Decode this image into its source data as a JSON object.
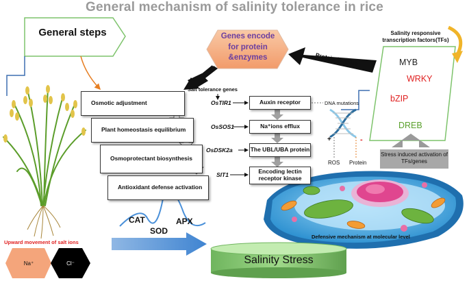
{
  "title": "General mechanism of salinity tolerance in rice",
  "general_steps": "General steps",
  "genes_encode": [
    "Genes encode",
    "for protein",
    "&enzymes"
  ],
  "protein_families": "Protein families",
  "tf_title": [
    "Salinity responsive",
    "transcription factors(TFs)"
  ],
  "tfs": [
    {
      "label": "MYB",
      "color": "#222222"
    },
    {
      "label": "WRKY",
      "color": "#e02020"
    },
    {
      "label": "bZIP",
      "color": "#e02020"
    },
    {
      "label": "DREB",
      "color": "#5aa02c"
    }
  ],
  "stress_activation": [
    "Stress induced activation of",
    "TFs/genes"
  ],
  "salt_genes_label": "Salt tolerance genes",
  "steps": [
    "Osmotic adjustment",
    "Plant  homeostasis equilibrium",
    "Osmoprotectant biosynthesis",
    "Antioxidant defense activation"
  ],
  "genes": [
    {
      "gene": "OsTIR1",
      "protein": "Auxin receptor"
    },
    {
      "gene": "OsSOS1",
      "protein": "Na⁺ions efflux"
    },
    {
      "gene": "OsDSK2a",
      "protein": "The UBL/UBA protein"
    },
    {
      "gene": "SIT1",
      "protein": "Encoding lectin receptor kinase"
    }
  ],
  "dna_mutations": "DNA mutations",
  "plus": "+",
  "minus": "-",
  "ros": "ROS",
  "protein": "Protein",
  "antioxidants": {
    "cat": "CAT",
    "sod": "SOD",
    "apx": "APX"
  },
  "upward": "Upward movement of salt ions",
  "na": "Na⁺",
  "cl": "Cl⁻",
  "salinity_stress": "Salinity Stress",
  "defensive": "Defensive mechanism at molecular level"
}
